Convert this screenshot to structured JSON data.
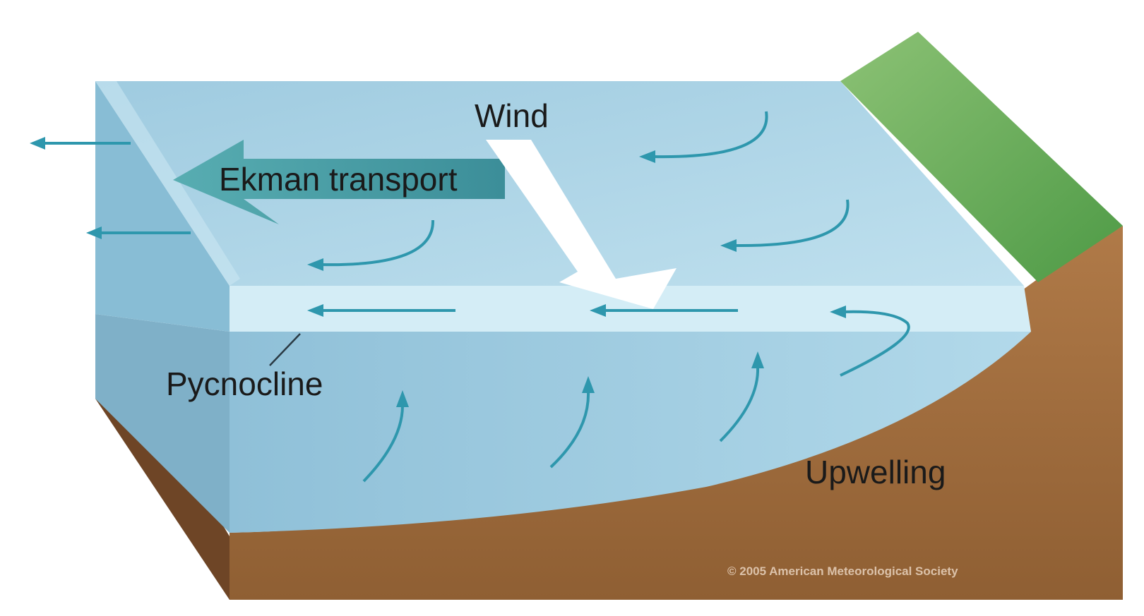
{
  "labels": {
    "wind": "Wind",
    "ekman_transport": "Ekman transport",
    "pycnocline": "Pycnocline",
    "upwelling": "Upwelling",
    "credit": "© 2005 American Meteorological Society"
  },
  "colors": {
    "surface_water": "#9fcbe0",
    "upper_layer_side": "#7fb3cb",
    "pycnocline_band": "#cfeaf4",
    "deep_water_front": "#9cc9dd",
    "deep_water_side": "#78a9c2",
    "land_grass": "#6fae5c",
    "seafloor_top": "#a46e3f",
    "seafloor_front": "#8a5a30",
    "ekman_arrow": "#3f9a9e",
    "flow_arrows": "#2e97ad",
    "wind_arrow": "#ffffff"
  }
}
